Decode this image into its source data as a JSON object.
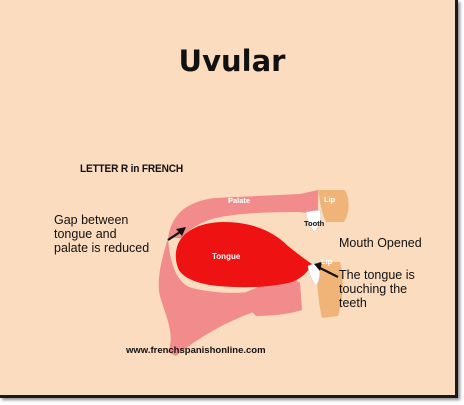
{
  "title": "Uvular",
  "subtitle": "LETTER R in FRENCH",
  "diagram": {
    "labels": {
      "palate": "Palate",
      "lip_upper": "Lip",
      "lip_lower": "Lip",
      "tooth": "Tooth",
      "tongue": "Tongue"
    },
    "annotations": {
      "gap": "Gap between\ntongue and\npalate is reduced",
      "mouth": "Mouth Opened",
      "tongue_touch": "The tongue is\ntouching the\nteeth"
    },
    "credit": "www.frenchspanishonline.com"
  },
  "colors": {
    "background": "#fcdcbf",
    "tissue": "#f28c8c",
    "tongue": "#ee1212",
    "lips": "#f0b478",
    "teeth": "#ffffff"
  }
}
